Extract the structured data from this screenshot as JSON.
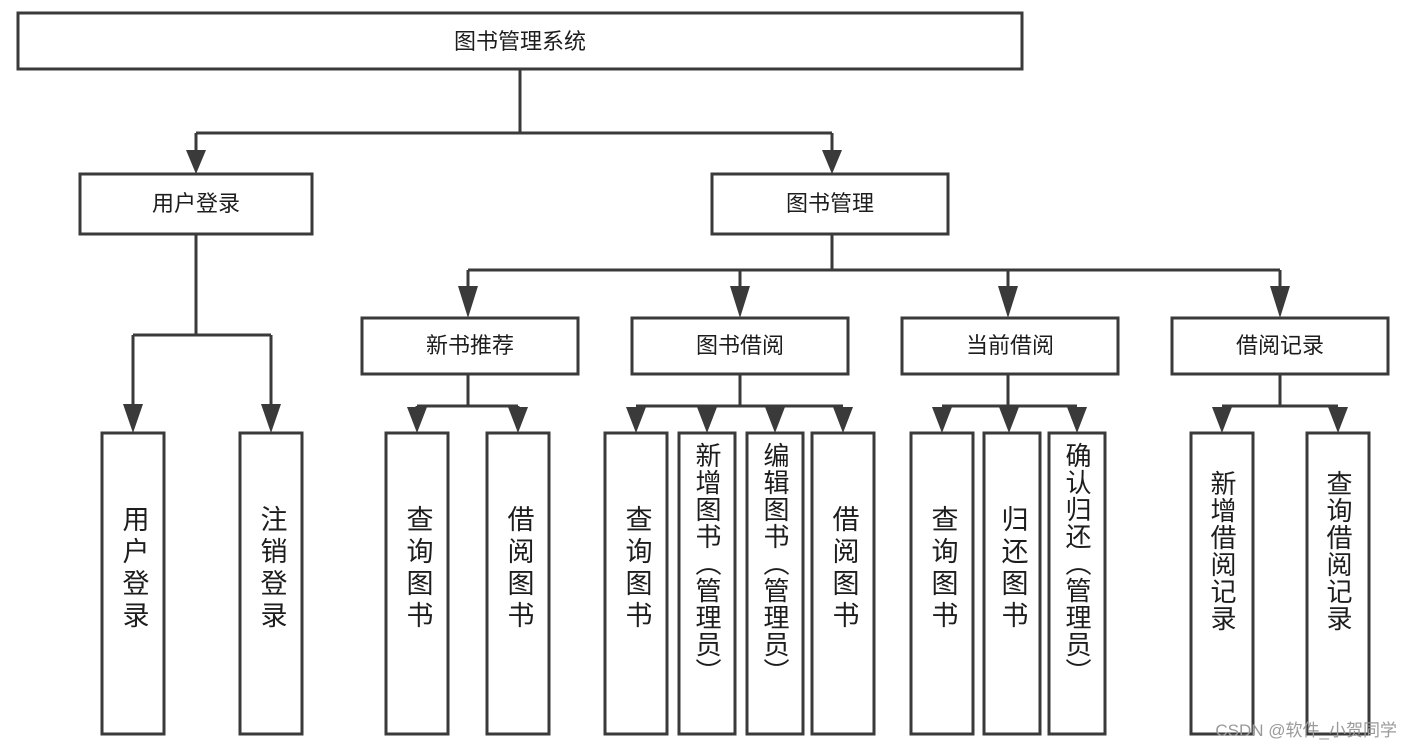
{
  "diagram": {
    "type": "tree-hierarchy",
    "title": "图书管理系统",
    "watermark": "CSDN @软件_小贺同学",
    "colors": {
      "background": "#ffffff",
      "stroke": "#3a3a3a",
      "node_fill": "#ffffff",
      "text": "#1d1d1d",
      "watermark_text": "#9a9a9a"
    },
    "root": {
      "label": "图书管理系统"
    },
    "level2": [
      {
        "label": "用户登录"
      },
      {
        "label": "图书管理"
      }
    ],
    "level3": [
      {
        "label": "新书推荐"
      },
      {
        "label": "图书借阅"
      },
      {
        "label": "当前借阅"
      },
      {
        "label": "借阅记录"
      }
    ],
    "leaves": {
      "user_login": [
        {
          "label": "用户登录"
        },
        {
          "label": "注销登录"
        }
      ],
      "new_book_recommend": [
        {
          "label": "查询图书"
        },
        {
          "label": "借阅图书"
        }
      ],
      "book_borrow": [
        {
          "label": "查询图书"
        },
        {
          "label": "新增图书（管理员）"
        },
        {
          "label": "编辑图书（管理员）"
        },
        {
          "label": "借阅图书"
        }
      ],
      "current_borrow": [
        {
          "label": "查询图书"
        },
        {
          "label": "归还图书"
        },
        {
          "label": "确认归还（管理员）"
        }
      ],
      "borrow_record": [
        {
          "label": "新增借阅记录"
        },
        {
          "label": "查询借阅记录"
        }
      ]
    }
  }
}
